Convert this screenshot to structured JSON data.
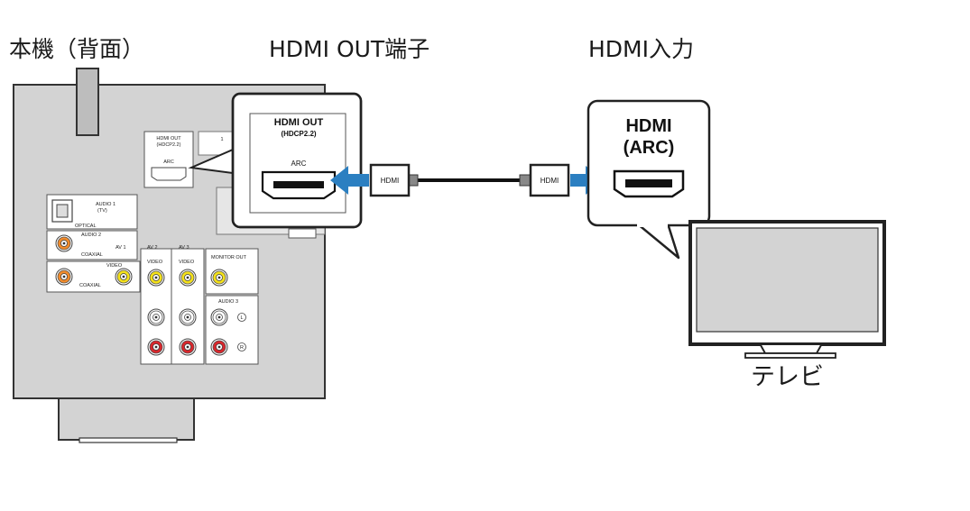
{
  "labels": {
    "unit_rear": "本機（背面）",
    "hdmi_out_terminal": "HDMI OUT端子",
    "hdmi_input": "HDMI入力",
    "tv": "テレビ"
  },
  "receiver_panel": {
    "hdmi_out": "HDMI OUT",
    "hdcp": "(HDCP2.2)",
    "arc": "ARC",
    "slot_number": "1",
    "audio1": "AUDIO 1",
    "audio1_sub": "(TV)",
    "optical": "OPTICAL",
    "audio2": "AUDIO 2",
    "coaxial_1": "COAXIAL",
    "coaxial_2": "COAXIAL",
    "av1": "AV 1",
    "av2": "AV 2",
    "av3": "AV 3",
    "video1": "VIDEO",
    "video2": "VIDEO",
    "video3": "VIDEO",
    "monitor_out": "MONITOR OUT",
    "audio3": "AUDIO 3",
    "left_mark": "L",
    "right_mark": "R"
  },
  "callout_receiver": {
    "title": "HDMI OUT",
    "subtitle": "(HDCP2.2)",
    "arc": "ARC"
  },
  "callout_tv": {
    "title": "HDMI",
    "subtitle": "(ARC)"
  },
  "cable": {
    "plug_left": "HDMI",
    "plug_right": "HDMI"
  },
  "colors": {
    "arrow": "#2b7fc1",
    "panel": "#d3d3d3",
    "rca_yellow": "#f4e11a",
    "rca_red": "#d9262b",
    "rca_orange": "#f08a2a"
  }
}
